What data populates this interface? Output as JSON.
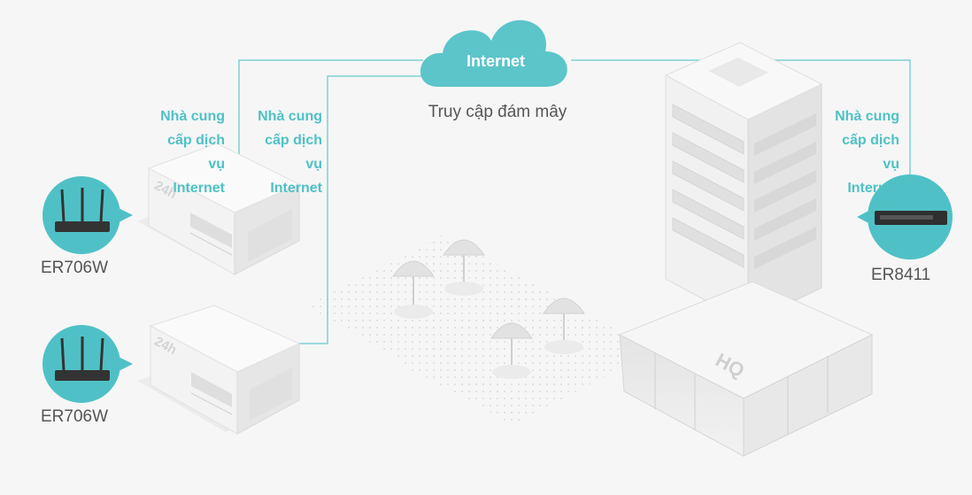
{
  "cloud": {
    "title": "Internet",
    "caption": "Truy cập đám mây"
  },
  "isp_labels": [
    [
      "Nhà cung",
      "cấp dịch",
      "vụ",
      "Internet"
    ],
    [
      "Nhà cung",
      "cấp dịch",
      "vụ",
      "Internet"
    ],
    [
      "Nhà cung",
      "cấp dịch",
      "vụ",
      "Internet"
    ]
  ],
  "devices": {
    "top_left": "ER706W",
    "bottom_left": "ER706W",
    "right": "ER8411"
  },
  "building_signs": {
    "shop_sign": "24h",
    "hq_sign": "HQ"
  },
  "colors": {
    "accent": "#4fc1c6",
    "line": "#7fd0d4",
    "background": "#f6f6f6"
  }
}
